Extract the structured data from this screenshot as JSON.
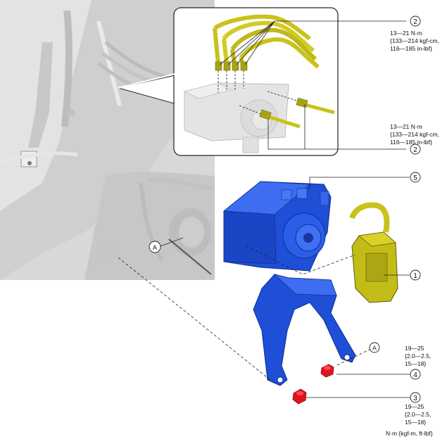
{
  "callouts": {
    "two_top": "2",
    "two_bottom": "2",
    "five": "5",
    "one": "1",
    "four": "4",
    "three": "3",
    "a_left": "A",
    "a_right": "A"
  },
  "torques": {
    "top": [
      "13—21 N·m",
      "{133—214 kgf-cm,",
      "116—185 in-lbf}"
    ],
    "middle": [
      "13—21 N·m",
      "{133—214 kgf-cm,",
      "116—185 in-lbf}"
    ],
    "bolt_four": [
      "19—25",
      "{2.0—2.5,",
      "15—18}"
    ],
    "bolt_three": [
      "19—25",
      "{2.0—2.5,",
      "15—18}"
    ]
  },
  "units_note": "N·m {kgf-m, ft-lbf}",
  "colors": {
    "hcu_blue": "#1f4fd6",
    "tube_yellow": "#c9c21a",
    "bolt_red": "#e0141e",
    "background_gray": "#d9d9d9"
  }
}
